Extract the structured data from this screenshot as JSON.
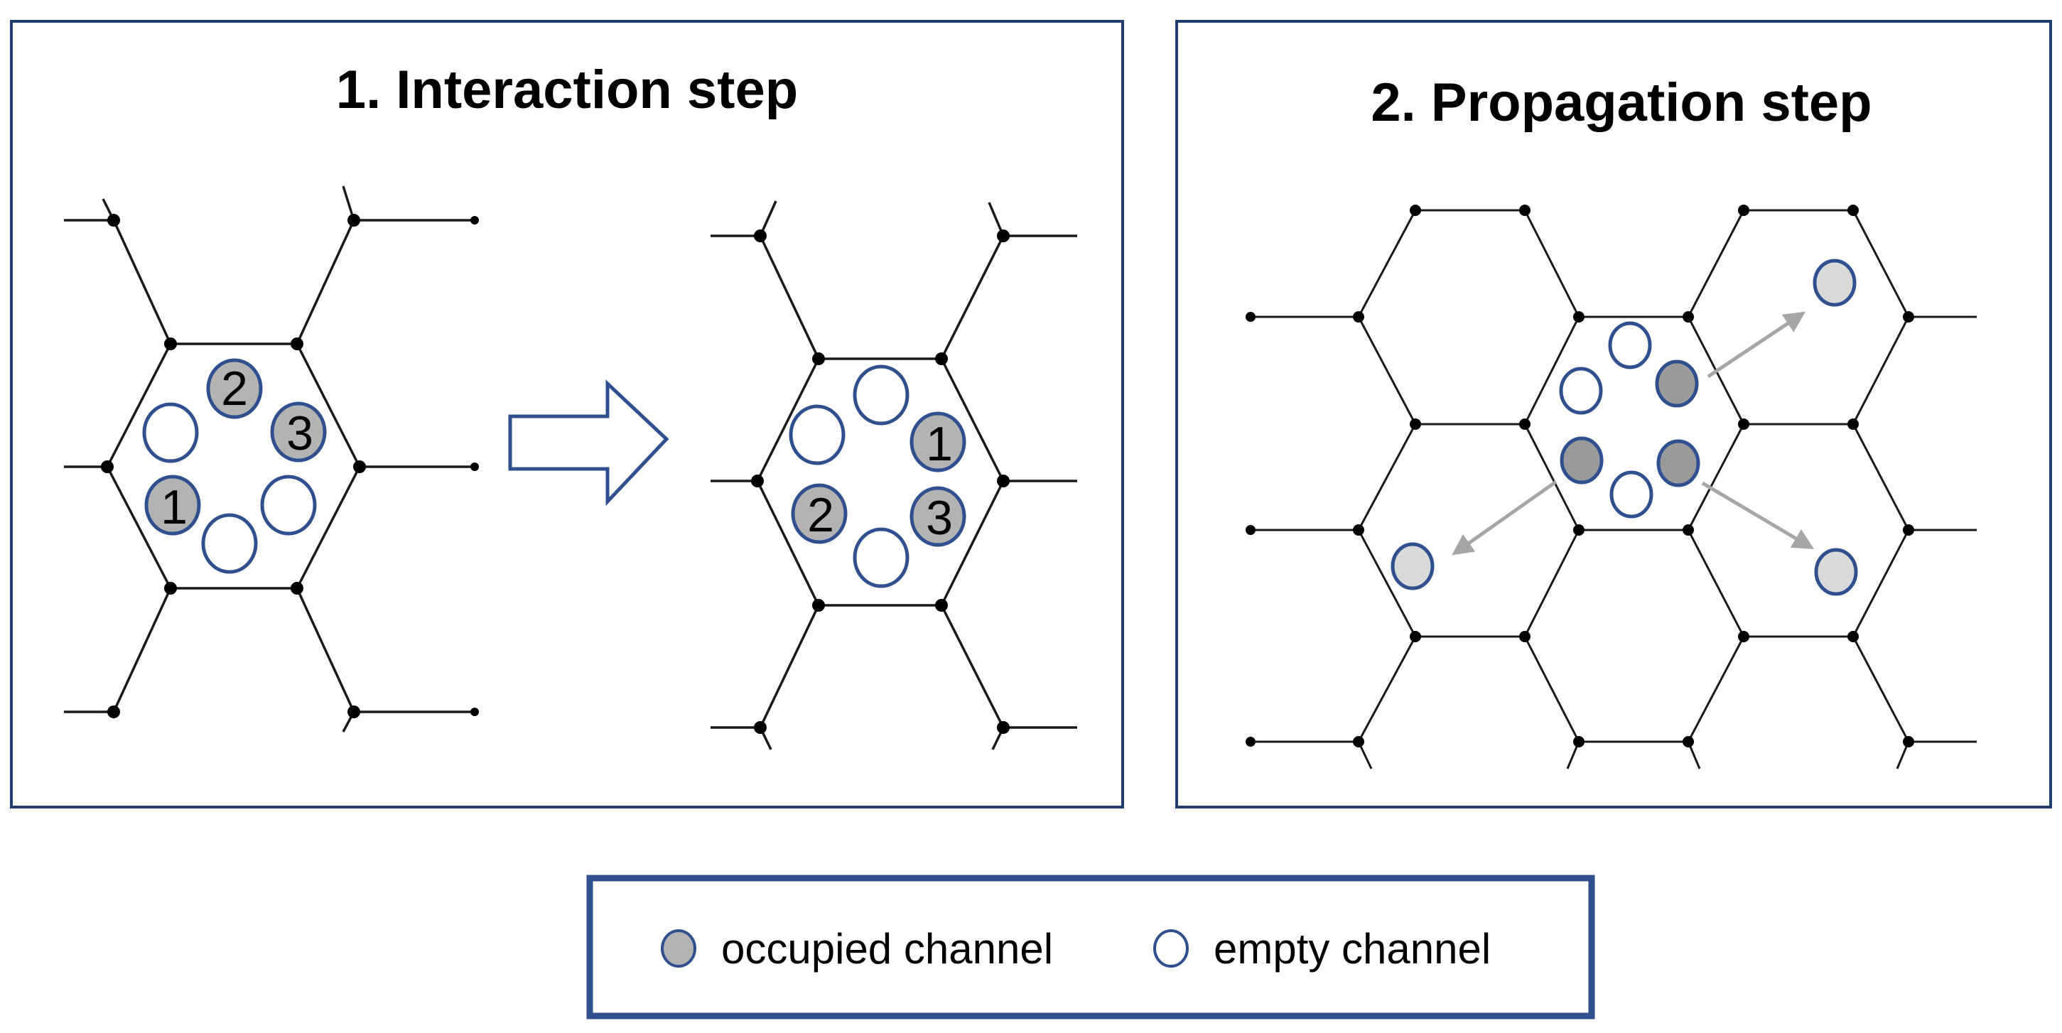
{
  "panels": {
    "interaction": {
      "title": "1. Interaction step"
    },
    "propagation": {
      "title": "2. Propagation step"
    }
  },
  "interaction_before": {
    "occupied_labels": [
      "2",
      "3",
      "1"
    ]
  },
  "interaction_after": {
    "occupied_labels": [
      "1",
      "2",
      "3"
    ]
  },
  "legend": {
    "occupied_label": "occupied channel",
    "empty_label": "empty channel"
  },
  "colors": {
    "frame": "#213f6e",
    "lattice": "#1a1a1a",
    "empty_stroke": "#2f4f8f",
    "occupied_fill": "#b3b3b3",
    "occupied_dark_fill": "#9a9a9a",
    "propagated_fill": "#d9d9d9",
    "arrow_gray": "#a6a6a6"
  },
  "icons": {
    "transition_arrow": "right-outline-arrow-icon"
  }
}
